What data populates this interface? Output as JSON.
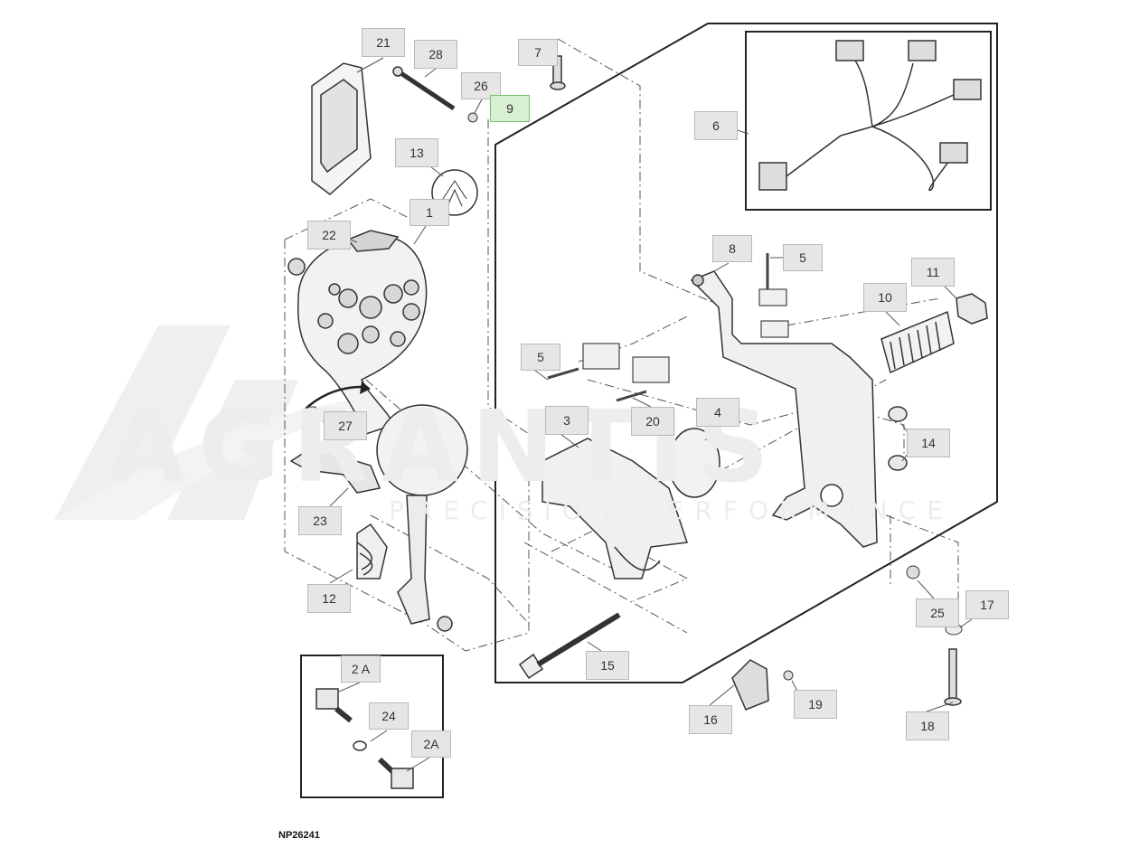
{
  "watermark": {
    "brand": "AGRANTIS",
    "tagline": "PRECISION PERFORMANCE"
  },
  "figure_code": "NP26241",
  "highlight_color": "#d7efd2",
  "callouts": {
    "c21": "21",
    "c28b": "28",
    "c26": "26",
    "c9": "9",
    "c7": "7",
    "c6": "6",
    "c13": "13",
    "c1": "1",
    "c22": "22",
    "c8": "8",
    "c5a": "5",
    "c11": "11",
    "c10": "10",
    "c5b": "5",
    "c3": "3",
    "c20": "20",
    "c4": "4",
    "c14": "14",
    "c27": "27",
    "c23": "23",
    "c12": "12",
    "c25": "25",
    "c17": "17",
    "c15": "15",
    "c2a1": "2 A",
    "c24": "24",
    "c2a2": "2A",
    "c19": "19",
    "c16": "16",
    "c18": "18"
  }
}
